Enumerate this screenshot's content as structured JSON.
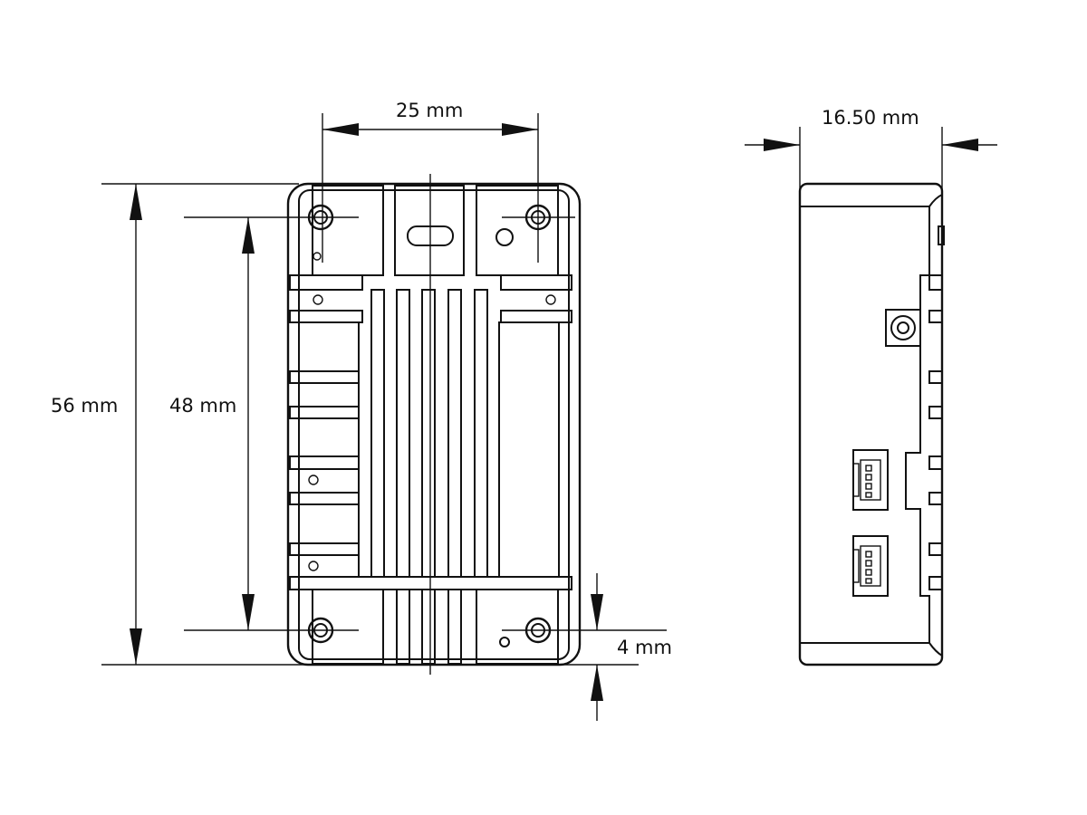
{
  "dimensions": {
    "width": "25 mm",
    "depth": "16.50 mm",
    "height": "56 mm",
    "hole_spacing": "48 mm",
    "edge_offset": "4 mm"
  },
  "colors": {
    "line": "#111111",
    "background": "#ffffff"
  }
}
